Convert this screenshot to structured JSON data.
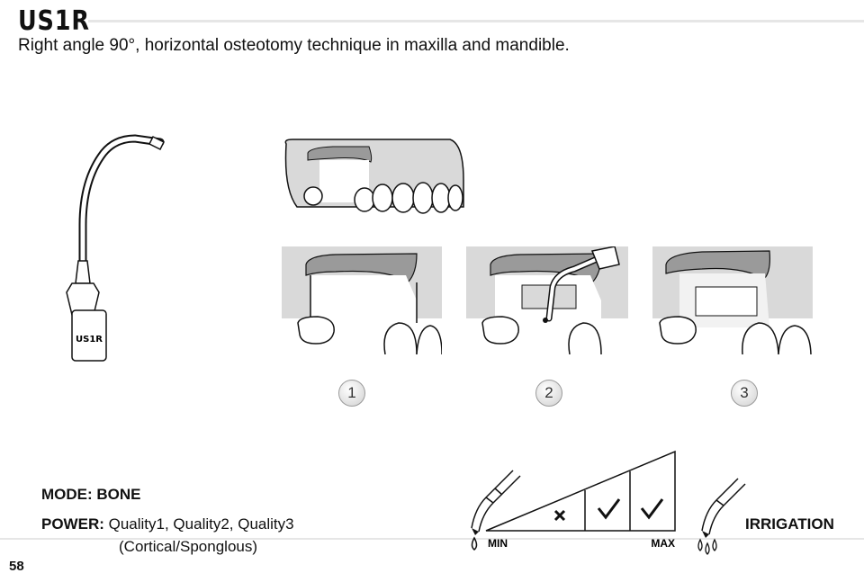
{
  "header": {
    "title": "US1R",
    "subtitle": "Right angle 90°, horizontal osteotomy technique in maxilla and mandible."
  },
  "tip": {
    "label": "US1R"
  },
  "steps": [
    "1",
    "2",
    "3"
  ],
  "settings": {
    "mode": "MODE: BONE",
    "power_label": "POWER:",
    "power_values": "Quality1, Quality2, Quality3",
    "power_note": "(Cortical/Sponglous)"
  },
  "power_scale": {
    "min_label": "MIN",
    "max_label": "MAX",
    "levels": [
      "not recommended",
      "suitable",
      "suitable"
    ]
  },
  "irrigation_label": "IRRIGATION",
  "page_number": "58",
  "colors": {
    "gum_gray": "#d9d9d9",
    "bone_gray": "#9a9a9a",
    "rule_gray": "#e6e6e6"
  }
}
